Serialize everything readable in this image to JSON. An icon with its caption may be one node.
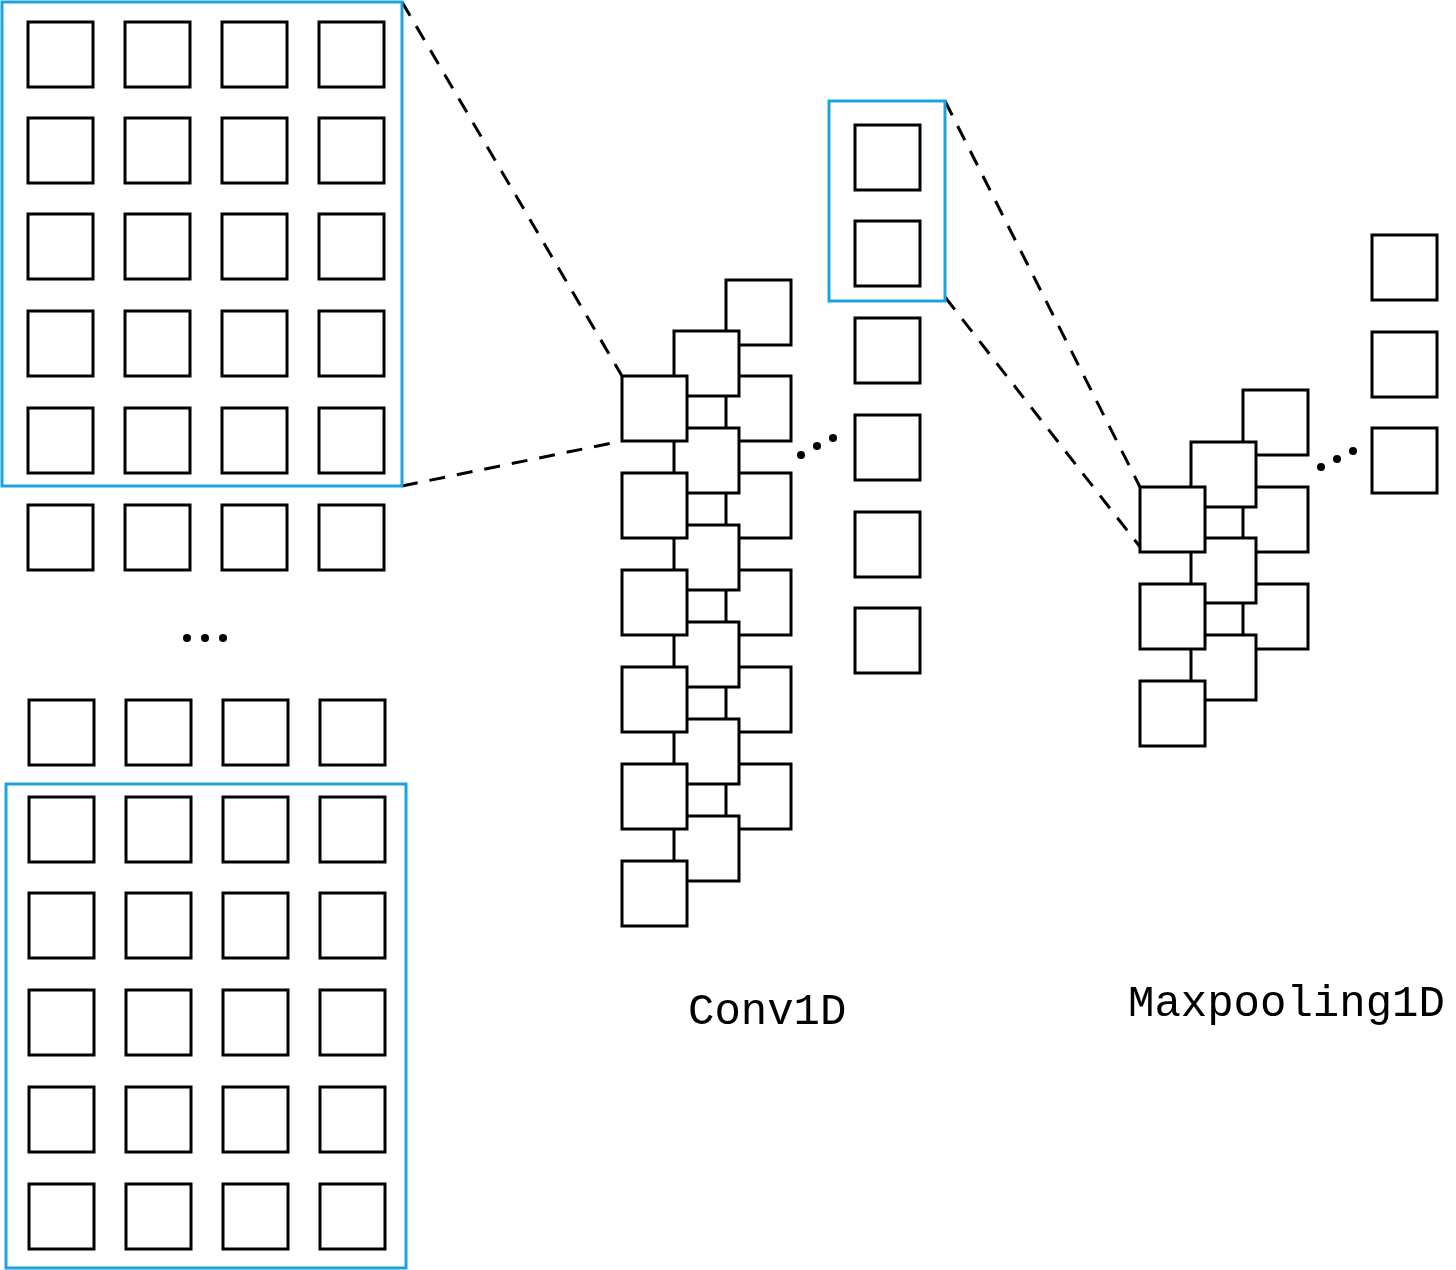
{
  "diagram": {
    "nodes": [
      {
        "text": [],
        "shape": "box"
      },
      {
        "text": [],
        "shape": "box"
      },
      {
        "text": [],
        "shape": "box"
      },
      {
        "text": [],
        "shape": "box"
      },
      {
        "text": [],
        "shape": "box"
      }
    ],
    "edges": [
      {
        "from": 0,
        "to": 2,
        "arrow": "none",
        "style": "dashed"
      },
      {
        "from": 0,
        "to": 2,
        "arrow": "none",
        "style": "dashed"
      },
      {
        "from": 3,
        "to": 4,
        "arrow": "none",
        "style": "dashed"
      },
      {
        "from": 3,
        "to": 4,
        "arrow": "none",
        "style": "dashed"
      }
    ],
    "labels": [
      "Conv1D",
      "Maxpooling1D"
    ]
  }
}
